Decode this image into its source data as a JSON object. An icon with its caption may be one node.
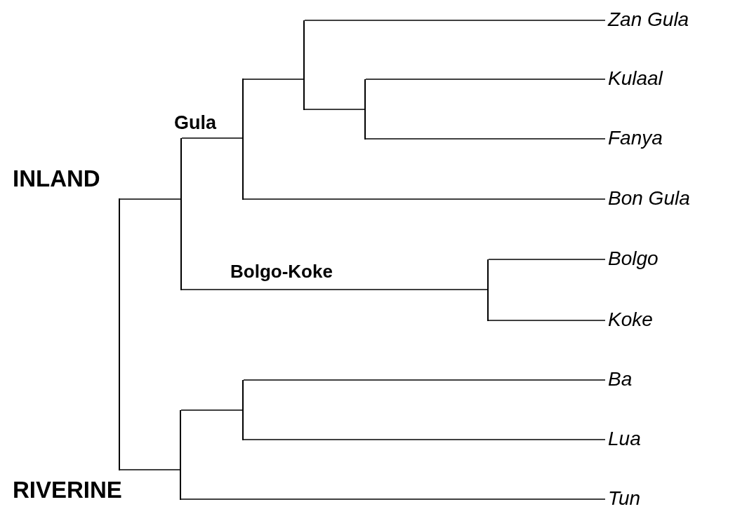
{
  "diagram": {
    "nodes": [
      {
        "text": [],
        "shape": "bar"
      },
      {
        "text": [],
        "shape": "bar"
      },
      {
        "text": [],
        "shape": "bar"
      },
      {
        "text": [],
        "shape": "bar"
      },
      {
        "text": [],
        "shape": "bar"
      },
      {
        "text": [],
        "shape": "bar"
      },
      {
        "text": [],
        "shape": "bar"
      },
      {
        "text": [],
        "shape": "bar"
      },
      {
        "text": [
          "Zan Gula"
        ]
      },
      {
        "text": [
          "Kulaal"
        ]
      },
      {
        "text": [
          "Fanya"
        ]
      },
      {
        "text": [
          "Bon Gula"
        ]
      },
      {
        "text": [
          "Bolgo"
        ]
      },
      {
        "text": [
          "Koke"
        ]
      },
      {
        "text": [
          "Ba"
        ]
      },
      {
        "text": [
          "Lua"
        ]
      },
      {
        "text": [
          "Tun"
        ]
      }
    ],
    "edges": [
      {
        "from": 0,
        "to": 1,
        "arrow": "none",
        "label": "INLAND"
      },
      {
        "from": 0,
        "to": 2,
        "arrow": "none",
        "label": "RIVERINE"
      },
      {
        "from": 1,
        "to": 3,
        "arrow": "none",
        "label": "Gula"
      },
      {
        "from": 1,
        "to": 6,
        "arrow": "none",
        "label": "Bolgo-Koke"
      },
      {
        "from": 3,
        "to": 5,
        "arrow": "none"
      },
      {
        "from": 3,
        "to": 11,
        "arrow": "none"
      },
      {
        "from": 5,
        "to": 8,
        "arrow": "none"
      },
      {
        "from": 5,
        "to": 7,
        "arrow": "none"
      },
      {
        "from": 7,
        "to": 9,
        "arrow": "none"
      },
      {
        "from": 7,
        "to": 10,
        "arrow": "none"
      },
      {
        "from": 6,
        "to": 12,
        "arrow": "none"
      },
      {
        "from": 6,
        "to": 13,
        "arrow": "none"
      },
      {
        "from": 2,
        "to": 4,
        "arrow": "none"
      },
      {
        "from": 2,
        "to": 16,
        "arrow": "none"
      },
      {
        "from": 4,
        "to": 14,
        "arrow": "none"
      },
      {
        "from": 4,
        "to": 15,
        "arrow": "none"
      }
    ]
  }
}
